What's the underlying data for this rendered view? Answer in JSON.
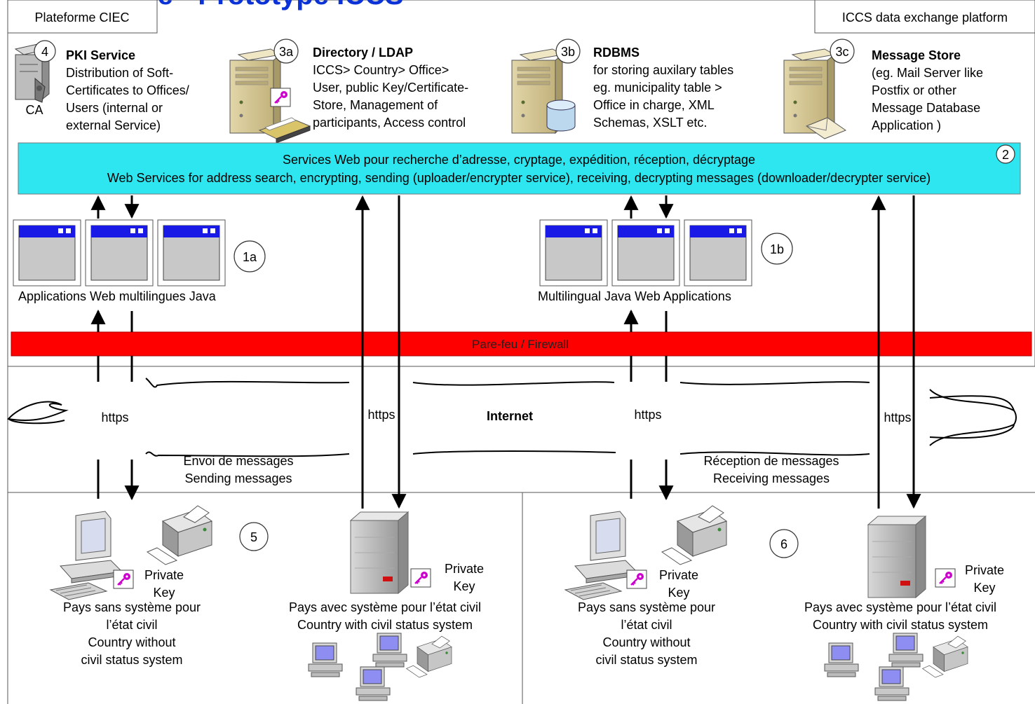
{
  "page_title": "Plateforme - Prototype ICCS",
  "labels": {
    "top_left": "Plateforme CIEC",
    "top_right": "ICCS data exchange platform"
  },
  "services": {
    "pki": {
      "badge": "4",
      "sub": "CA",
      "title": "PKI Service",
      "lines": [
        "Distribution of Soft-",
        "Certificates to Offices/",
        "Users (internal or",
        "external Service)"
      ]
    },
    "ldap": {
      "badge": "3a",
      "title": "Directory / LDAP",
      "lines": [
        "ICCS> Country> Office>",
        "User, public Key/Certificate-",
        "Store, Management of",
        "participants, Access control"
      ]
    },
    "rdbms": {
      "badge": "3b",
      "title": "RDBMS",
      "lines": [
        "for storing auxilary tables",
        "eg. municipality table >",
        "Office in charge, XML",
        "Schemas, XSLT etc."
      ]
    },
    "store": {
      "badge": "3c",
      "title": "Message Store",
      "lines": [
        "(eg. Mail Server like",
        "Postfix or other",
        "Message Database",
        "Application )"
      ]
    }
  },
  "webservices": {
    "badge": "2",
    "line_fr_a": "Services Web pour recherche d’",
    "line_fr_b": "adresse, cryptage, expédition, réception, décryptage",
    "line_en_a": "Web Services ",
    "line_en_b": "for address search, encrypting, sending (uploader/encrypter service), receiving, decrypting messages (downloader/decrypter service)"
  },
  "apps": {
    "left": {
      "badge": "1a",
      "label": "Applications Web multilingues Java"
    },
    "right": {
      "badge": "1b",
      "label": "Multilingual Java Web Applications"
    }
  },
  "firewall": "Pare-feu / Firewall",
  "internet": {
    "label": "Internet",
    "https": [
      "https",
      "https",
      "https",
      "https"
    ],
    "sending": [
      "Envoi de messages",
      "Sending messages"
    ],
    "receiving": [
      "Réception de messages",
      "Receiving messages"
    ]
  },
  "bottom": {
    "badge_left": "5",
    "badge_right": "6",
    "private_key": [
      "Private",
      "Key"
    ],
    "without": [
      "Pays sans système pour",
      "l’état civil",
      "Country without",
      "civil status system"
    ],
    "with": [
      "Pays avec système pour l’état civil",
      "Country with civil status system"
    ]
  },
  "colors": {
    "webservice_band": "#2ee6f0",
    "firewall_band": "#ff0000",
    "window_titlebar": "#1a1ae6",
    "title_blue": "#0b32d6",
    "key_magenta": "#cc00cc"
  }
}
